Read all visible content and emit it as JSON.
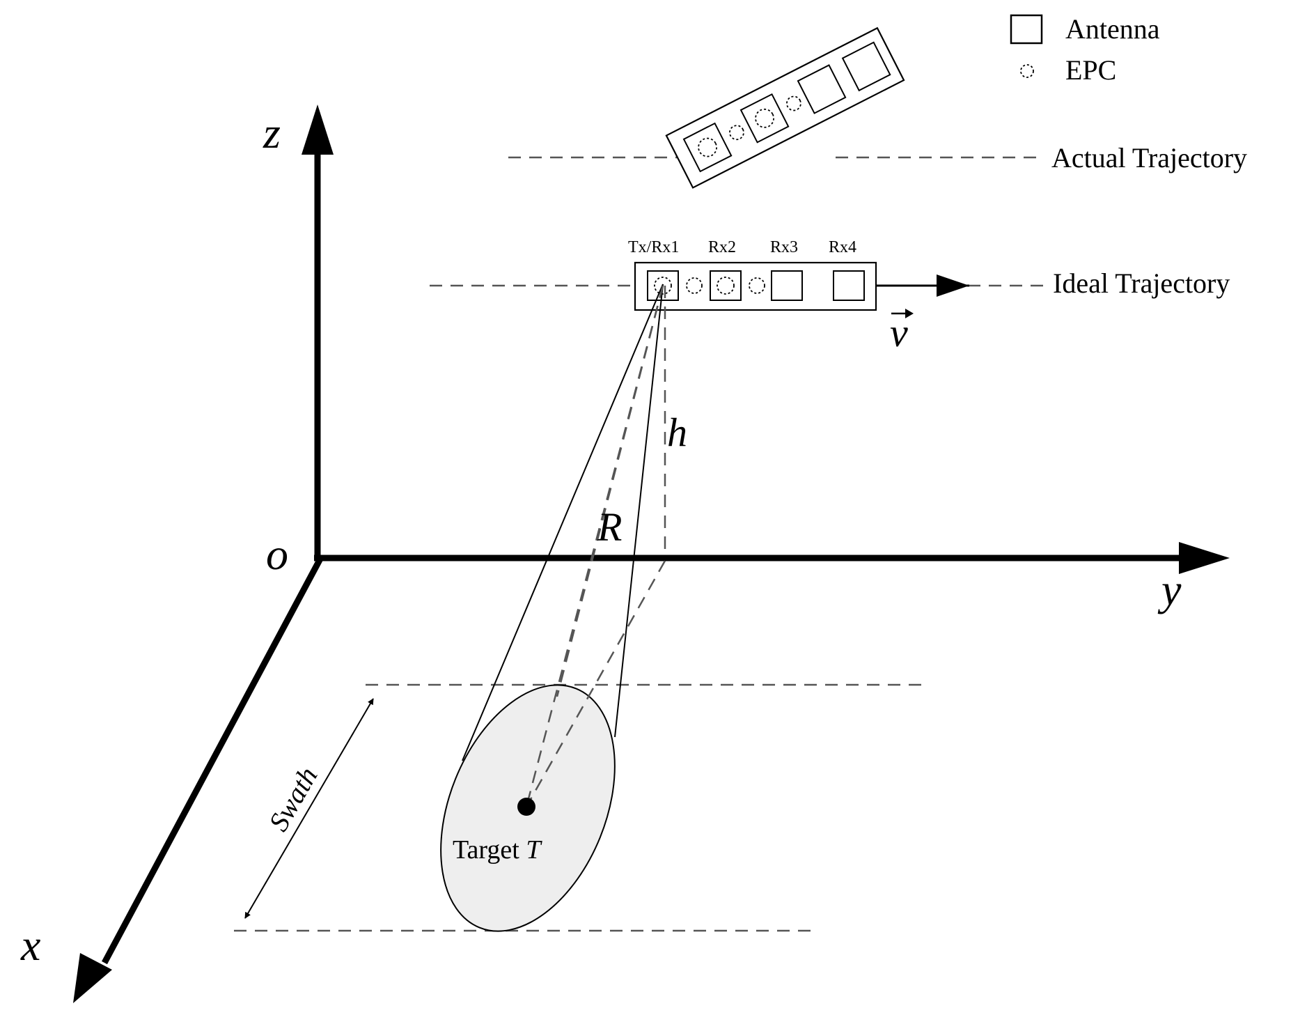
{
  "legend": {
    "antenna_label": "Antenna",
    "epc_label": "EPC"
  },
  "trajectories": {
    "actual_label": "Actual Trajectory",
    "ideal_label": "Ideal Trajectory"
  },
  "antenna_labels": [
    "Tx/Rx1",
    "Rx2",
    "Rx3",
    "Rx4"
  ],
  "axes": {
    "origin_label": "o",
    "x_label": "x",
    "y_label": "y",
    "z_label": "z"
  },
  "symbols": {
    "velocity": "v",
    "height": "h",
    "range": "R"
  },
  "swath_label": "Swath",
  "target": {
    "prefix": "Target ",
    "symbol": "T"
  }
}
